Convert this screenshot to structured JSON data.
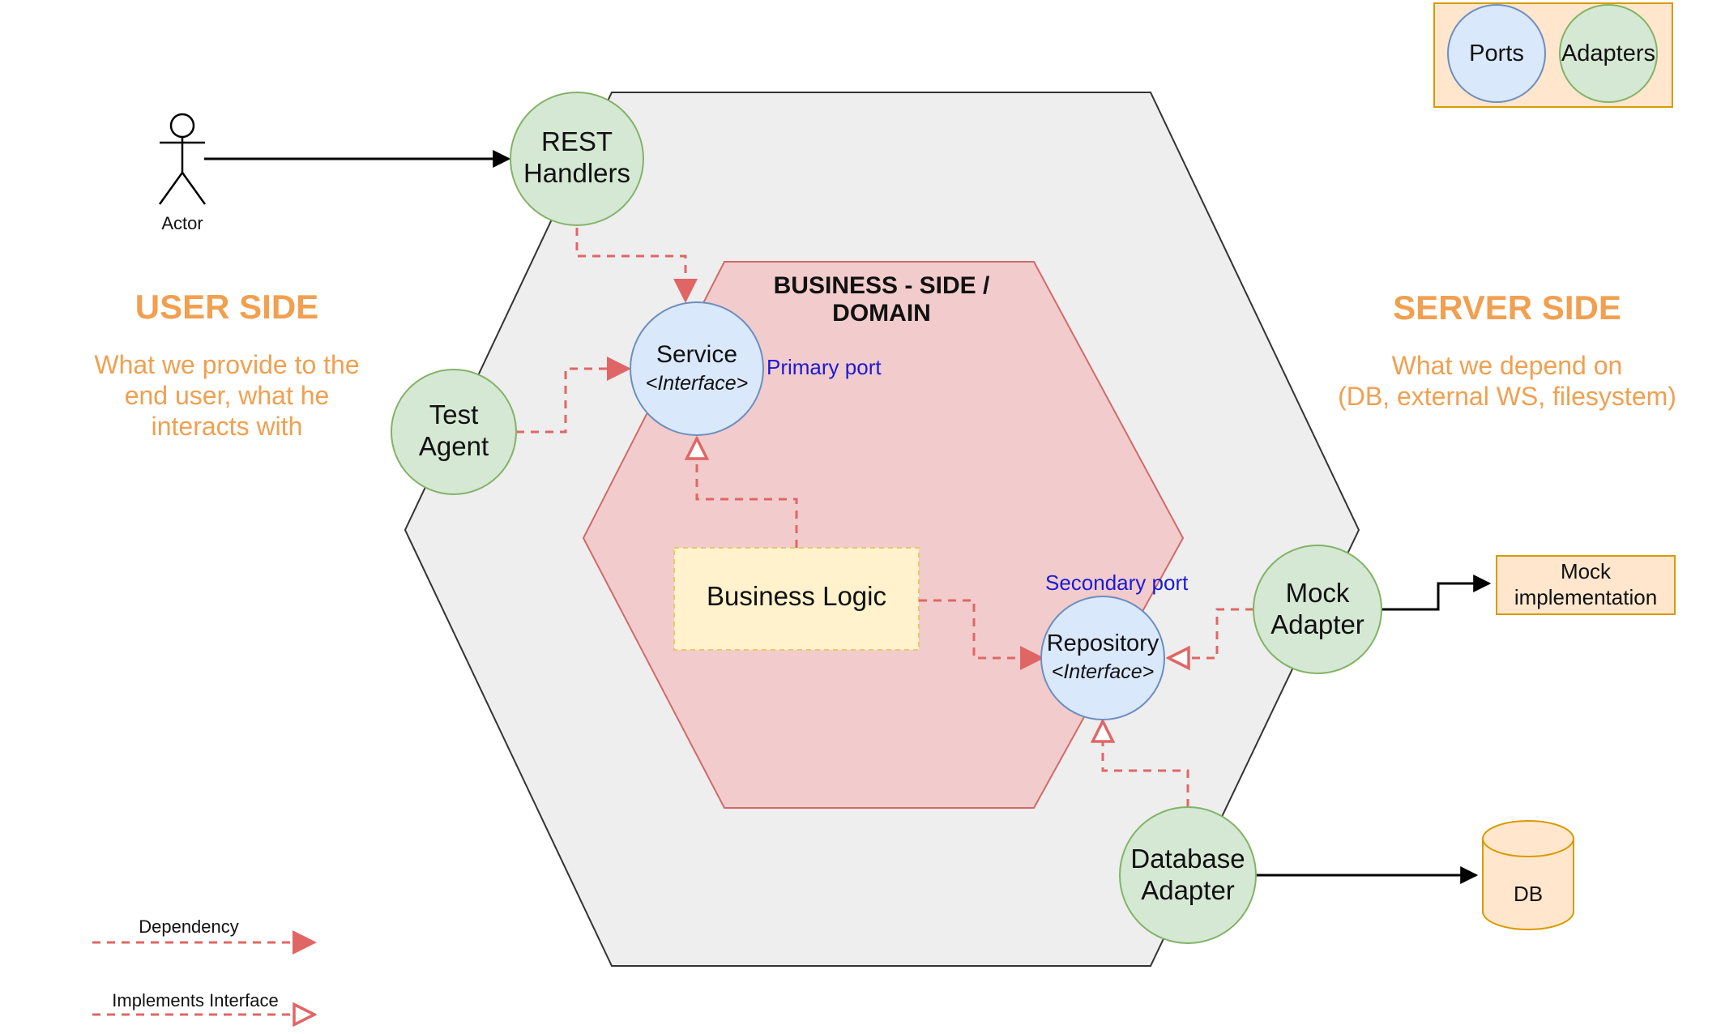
{
  "actor": {
    "label": "Actor"
  },
  "nodes": {
    "rest_handlers": {
      "line1": "REST",
      "line2": "Handlers"
    },
    "test_agent": {
      "line1": "Test",
      "line2": "Agent"
    },
    "service": {
      "line1": "Service",
      "line2": "<Interface>"
    },
    "repository": {
      "line1": "Repository",
      "line2": "<Interface>"
    },
    "mock_adapter": {
      "line1": "Mock",
      "line2": "Adapter"
    },
    "database_adapter": {
      "line1": "Database",
      "line2": "Adapter"
    },
    "business_logic": {
      "label": "Business Logic"
    },
    "mock_implementation": {
      "line1": "Mock",
      "line2": "implementation"
    },
    "db": {
      "label": "DB"
    }
  },
  "domain": {
    "title_line1": "BUSINESS - SIDE /",
    "title_line2": "DOMAIN"
  },
  "ports": {
    "primary": "Primary port",
    "secondary": "Secondary port"
  },
  "user_side": {
    "title": "USER SIDE",
    "desc_line1": "What we provide to the",
    "desc_line2": "end user, what he",
    "desc_line3": "interacts with"
  },
  "server_side": {
    "title": "SERVER SIDE",
    "desc_line1": "What we depend on",
    "desc_line2": "(DB, external WS, filesystem)"
  },
  "key": {
    "ports": "Ports",
    "adapters": "Adapters"
  },
  "legend": {
    "dependency": "Dependency",
    "implements": "Implements Interface"
  },
  "colors": {
    "outer_hex": "#eeeeee",
    "inner_hex": "#f2cccc",
    "adapter_fill": "#d5e8d4",
    "port_fill": "#dae8fc",
    "orange": "#f0a050",
    "dashed_red": "#e06666",
    "port_label_blue": "#1a1ad6",
    "box_fill": "#ffe6cc"
  }
}
